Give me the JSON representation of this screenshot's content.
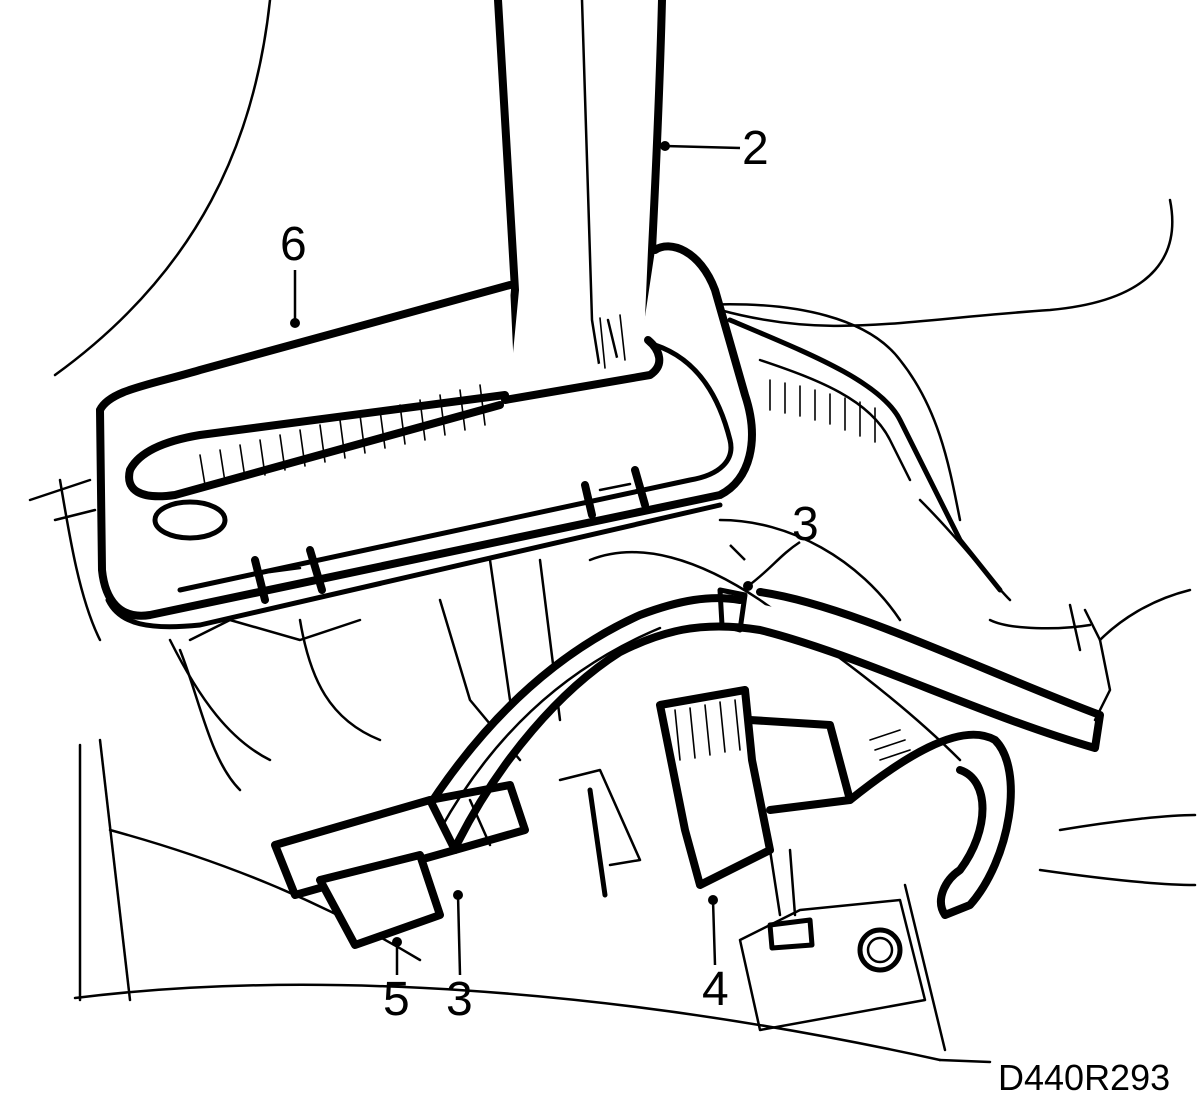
{
  "figure": {
    "code": "D440R293",
    "callouts": [
      {
        "id": "2",
        "text": "2"
      },
      {
        "id": "6",
        "text": "6"
      },
      {
        "id": "3a",
        "text": "3"
      },
      {
        "id": "3b",
        "text": "3"
      },
      {
        "id": "5",
        "text": "5"
      },
      {
        "id": "4",
        "text": "4"
      }
    ]
  }
}
